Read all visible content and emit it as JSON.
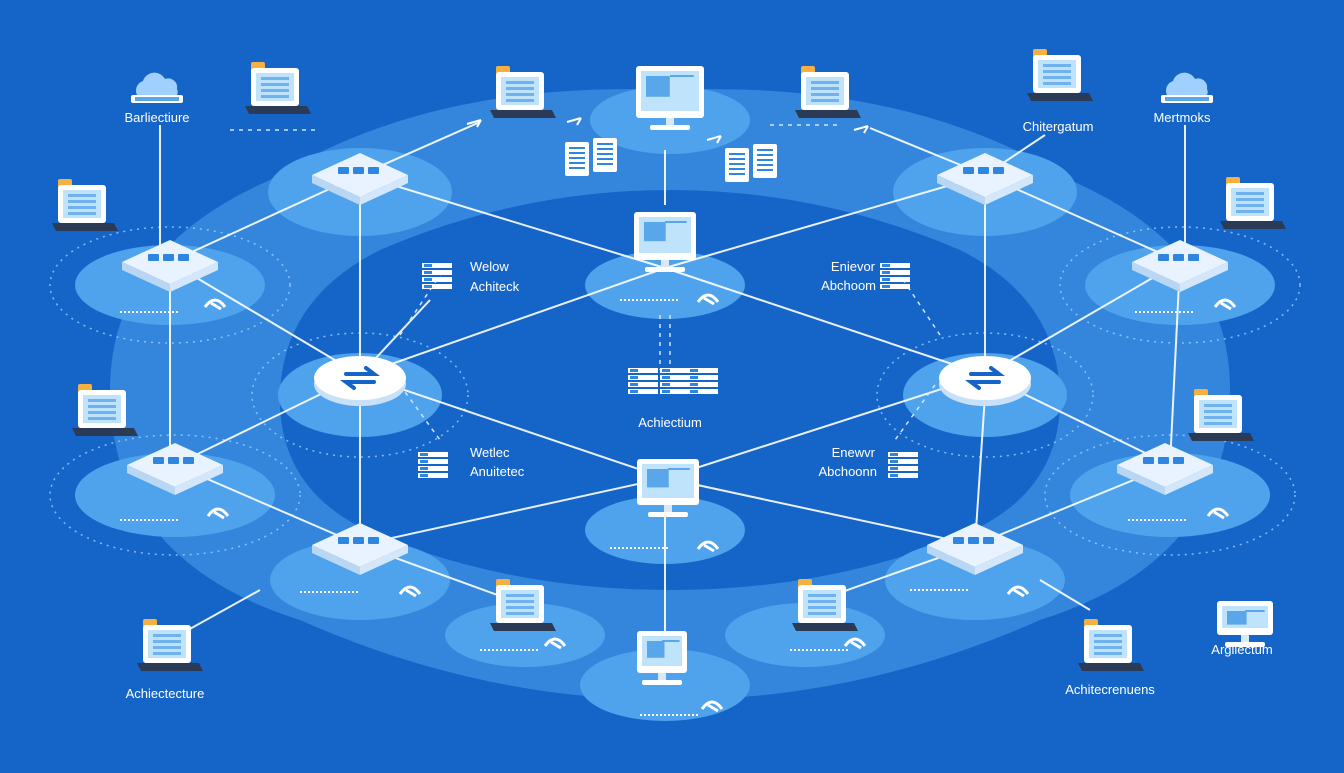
{
  "colors": {
    "background": "#1565c8",
    "platform": "#4fa3ec",
    "platform_shade": "#3b8fe0",
    "node_face": "#ffffff",
    "link": "#ffffff",
    "accent": "#f5b041",
    "screen": "#bfe3fb"
  },
  "labels": {
    "top_left": "Barliectiure",
    "top_right_a": "Chitergatum",
    "top_right_b": "Mertmoks",
    "mid_left_top_a": "Welow",
    "mid_left_top_b": "Achiteck",
    "mid_right_top_a": "Enievor",
    "mid_right_top_b": "Abchoom",
    "center": "Achiectium",
    "mid_left_bottom_a": "Wetlec",
    "mid_left_bottom_b": "Anuitetec",
    "mid_right_bottom_a": "Enewvr",
    "mid_right_bottom_b": "Abchoonn",
    "bottom_left": "Achiectecture",
    "bottom_right_a": "Achitecrenuens",
    "bottom_right_b": "Argiiectum"
  },
  "icons": {
    "hub_node": "network-switch-icon",
    "router": "router-icon",
    "monitor": "monitor-icon",
    "laptop": "laptop-icon",
    "cloud": "cloud-icon",
    "document": "document-icon",
    "server_rack": "server-rack-icon"
  }
}
